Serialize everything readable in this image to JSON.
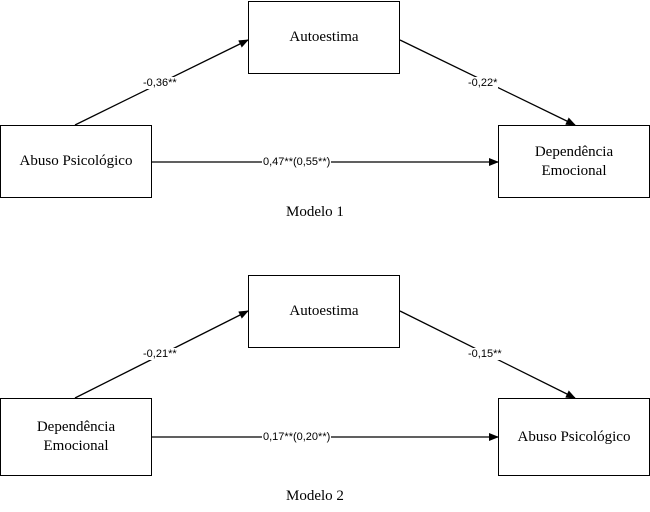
{
  "model1": {
    "caption": "Modelo 1",
    "nodes": {
      "left": [
        "Abuso Psicológico"
      ],
      "top": [
        "Autoestima"
      ],
      "right": [
        "Dependência",
        "Emocional"
      ]
    },
    "paths": {
      "a": "-0,36**",
      "b": "-0,22*",
      "c": "0,47**(0,55**)"
    }
  },
  "model2": {
    "caption": "Modelo 2",
    "nodes": {
      "left": [
        "Dependência",
        "Emocional"
      ],
      "top": [
        "Autoestima"
      ],
      "right": [
        "Abuso Psicológico"
      ]
    },
    "paths": {
      "a": "-0,21**",
      "b": "-0,15**",
      "c": "0,17**(0,20**)"
    }
  }
}
